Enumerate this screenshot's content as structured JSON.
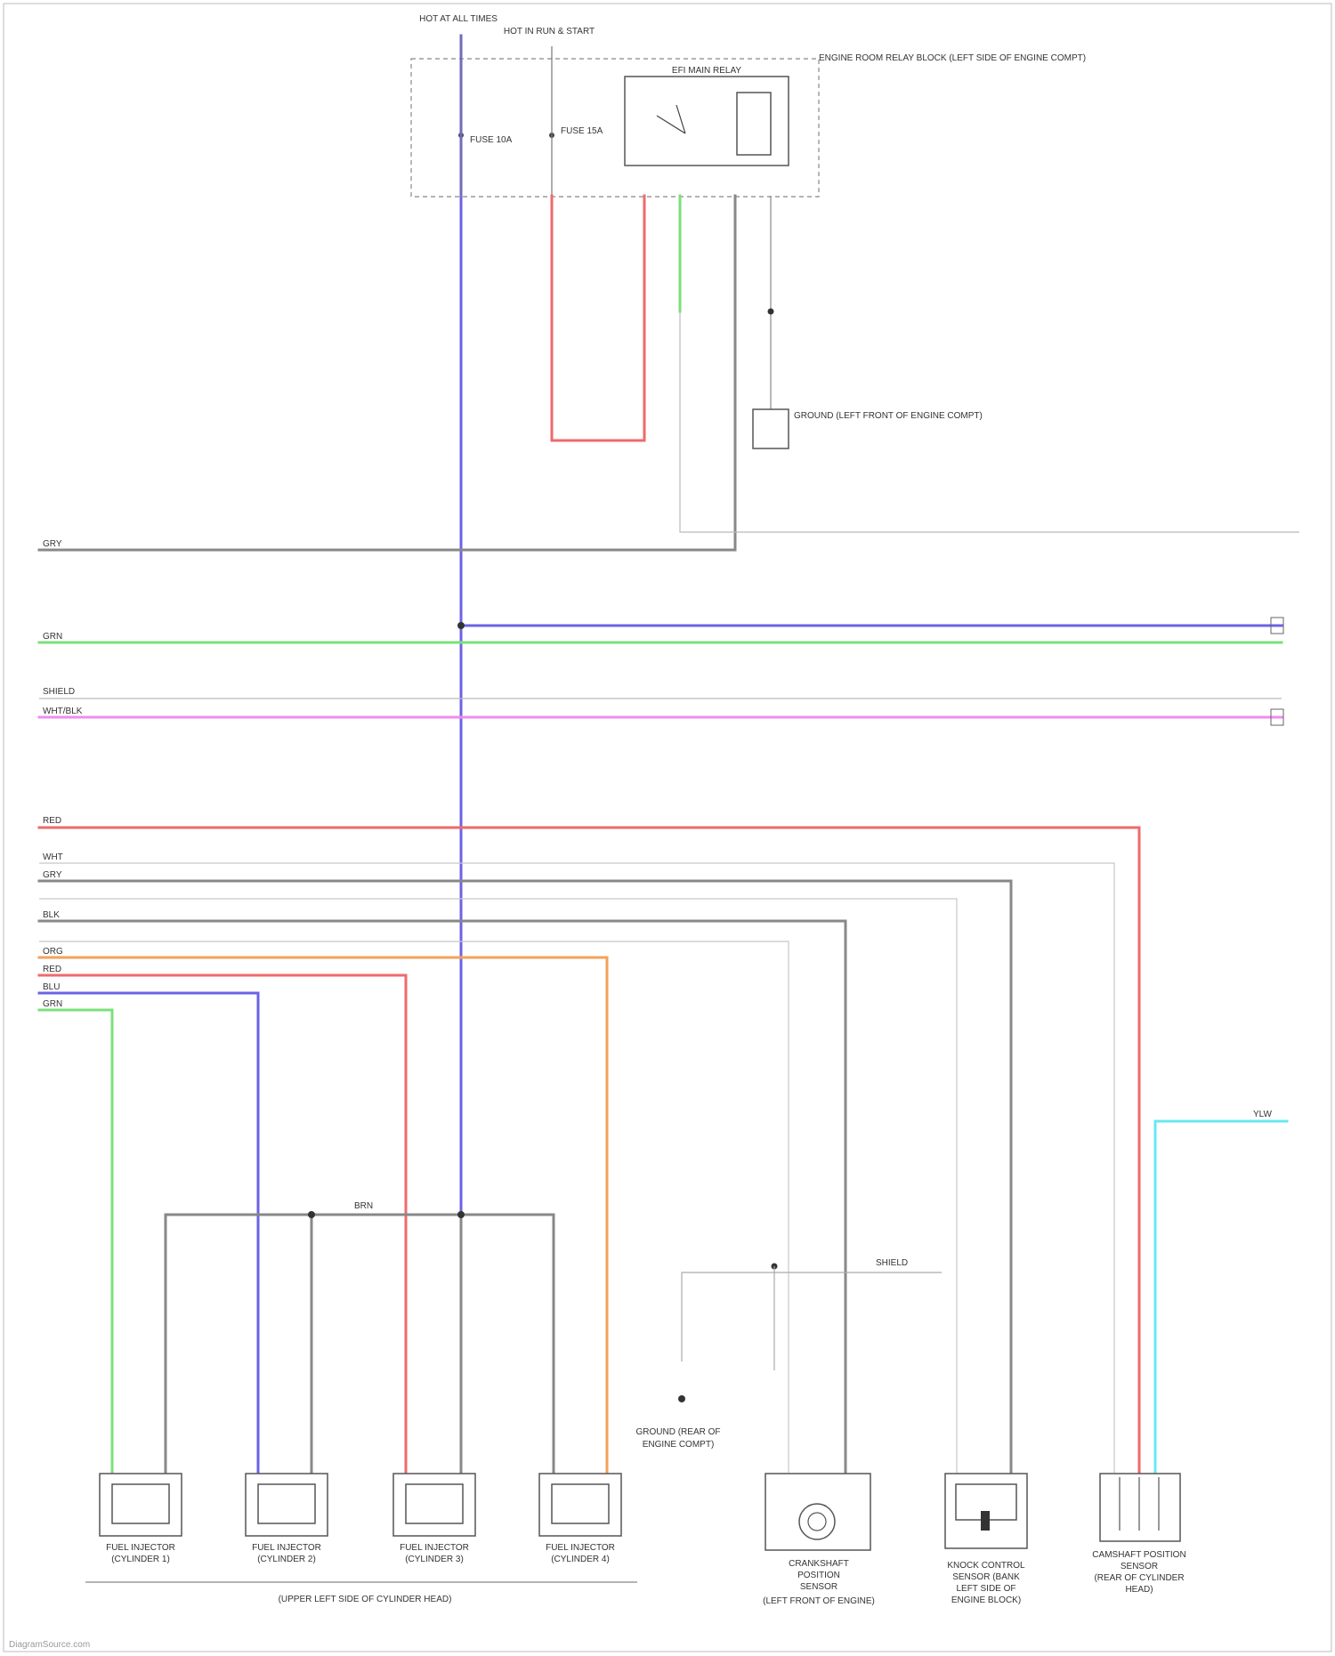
{
  "header": {
    "hot_at_all_times": "HOT AT ALL TIMES",
    "hot_run_start": "HOT IN RUN & START",
    "fuse_a": "FUSE 10A",
    "fuse_b": "FUSE 15A",
    "relay": "EFI MAIN RELAY",
    "relay_location": "ENGINE ROOM RELAY BLOCK (LEFT SIDE OF ENGINE COMPT)",
    "ground_label": "GROUND (LEFT FRONT OF ENGINE COMPT)"
  },
  "colors": {
    "blue": "#6b63e6",
    "red": "#ef6a6a",
    "green": "#7be07b",
    "gray": "#888888",
    "lightgray": "#c8c8c8",
    "pink": "#f08cf0",
    "orange": "#f2a25a",
    "cyan": "#6ae8f0"
  },
  "wires": {
    "blu": "BLU",
    "red": "RED",
    "grn": "GRN",
    "gry": "GRY",
    "wht": "WHT",
    "blk": "BLK",
    "org": "ORG",
    "brn": "BRN",
    "ylw": "YLW",
    "wht_blk": "WHT/BLK",
    "shield": "SHIELD"
  },
  "components": [
    {
      "name": "FUEL INJECTOR",
      "sub": "(CYLINDER 1)"
    },
    {
      "name": "FUEL INJECTOR",
      "sub": "(CYLINDER 2)"
    },
    {
      "name": "FUEL INJECTOR",
      "sub": "(CYLINDER 3)"
    },
    {
      "name": "FUEL INJECTOR",
      "sub": "(CYLINDER 4)"
    }
  ],
  "sensors": {
    "crank": [
      "CRANKSHAFT",
      "POSITION",
      "SENSOR",
      "(LEFT FRONT OF ENGINE)"
    ],
    "knock": [
      "KNOCK CONTROL",
      "SENSOR (BANK",
      "LEFT SIDE OF",
      "ENGINE BLOCK)"
    ],
    "cam": [
      "CAMSHAFT POSITION",
      "SENSOR",
      "(REAR OF CYLINDER",
      "HEAD)"
    ],
    "ground2": [
      "GROUND (REAR OF",
      "ENGINE COMPT)"
    ]
  },
  "injector_location": "(UPPER LEFT SIDE OF CYLINDER HEAD)",
  "footer": "DiagramSource.com"
}
